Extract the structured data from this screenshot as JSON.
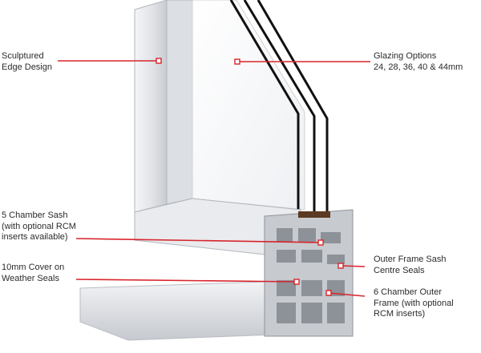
{
  "diagram": {
    "accent_color": "#d8242b",
    "callouts": [
      {
        "id": "sculptured-edge",
        "lines": [
          "Sculptured",
          "Edge Design"
        ]
      },
      {
        "id": "glazing-options",
        "lines": [
          "Glazing Options",
          "24, 28, 36, 40 & 44mm"
        ]
      },
      {
        "id": "chamber-sash",
        "lines": [
          "5 Chamber Sash",
          "(with optional RCM",
          "inserts available)"
        ]
      },
      {
        "id": "cover-seals",
        "lines": [
          "10mm Cover on",
          "Weather Seals"
        ]
      },
      {
        "id": "outer-frame-seals",
        "lines": [
          "Outer Frame Sash",
          "Centre Seals"
        ]
      },
      {
        "id": "chamber-outer",
        "lines": [
          "6 Chamber Outer",
          "Frame (with optional",
          "RCM inserts)"
        ]
      }
    ]
  }
}
